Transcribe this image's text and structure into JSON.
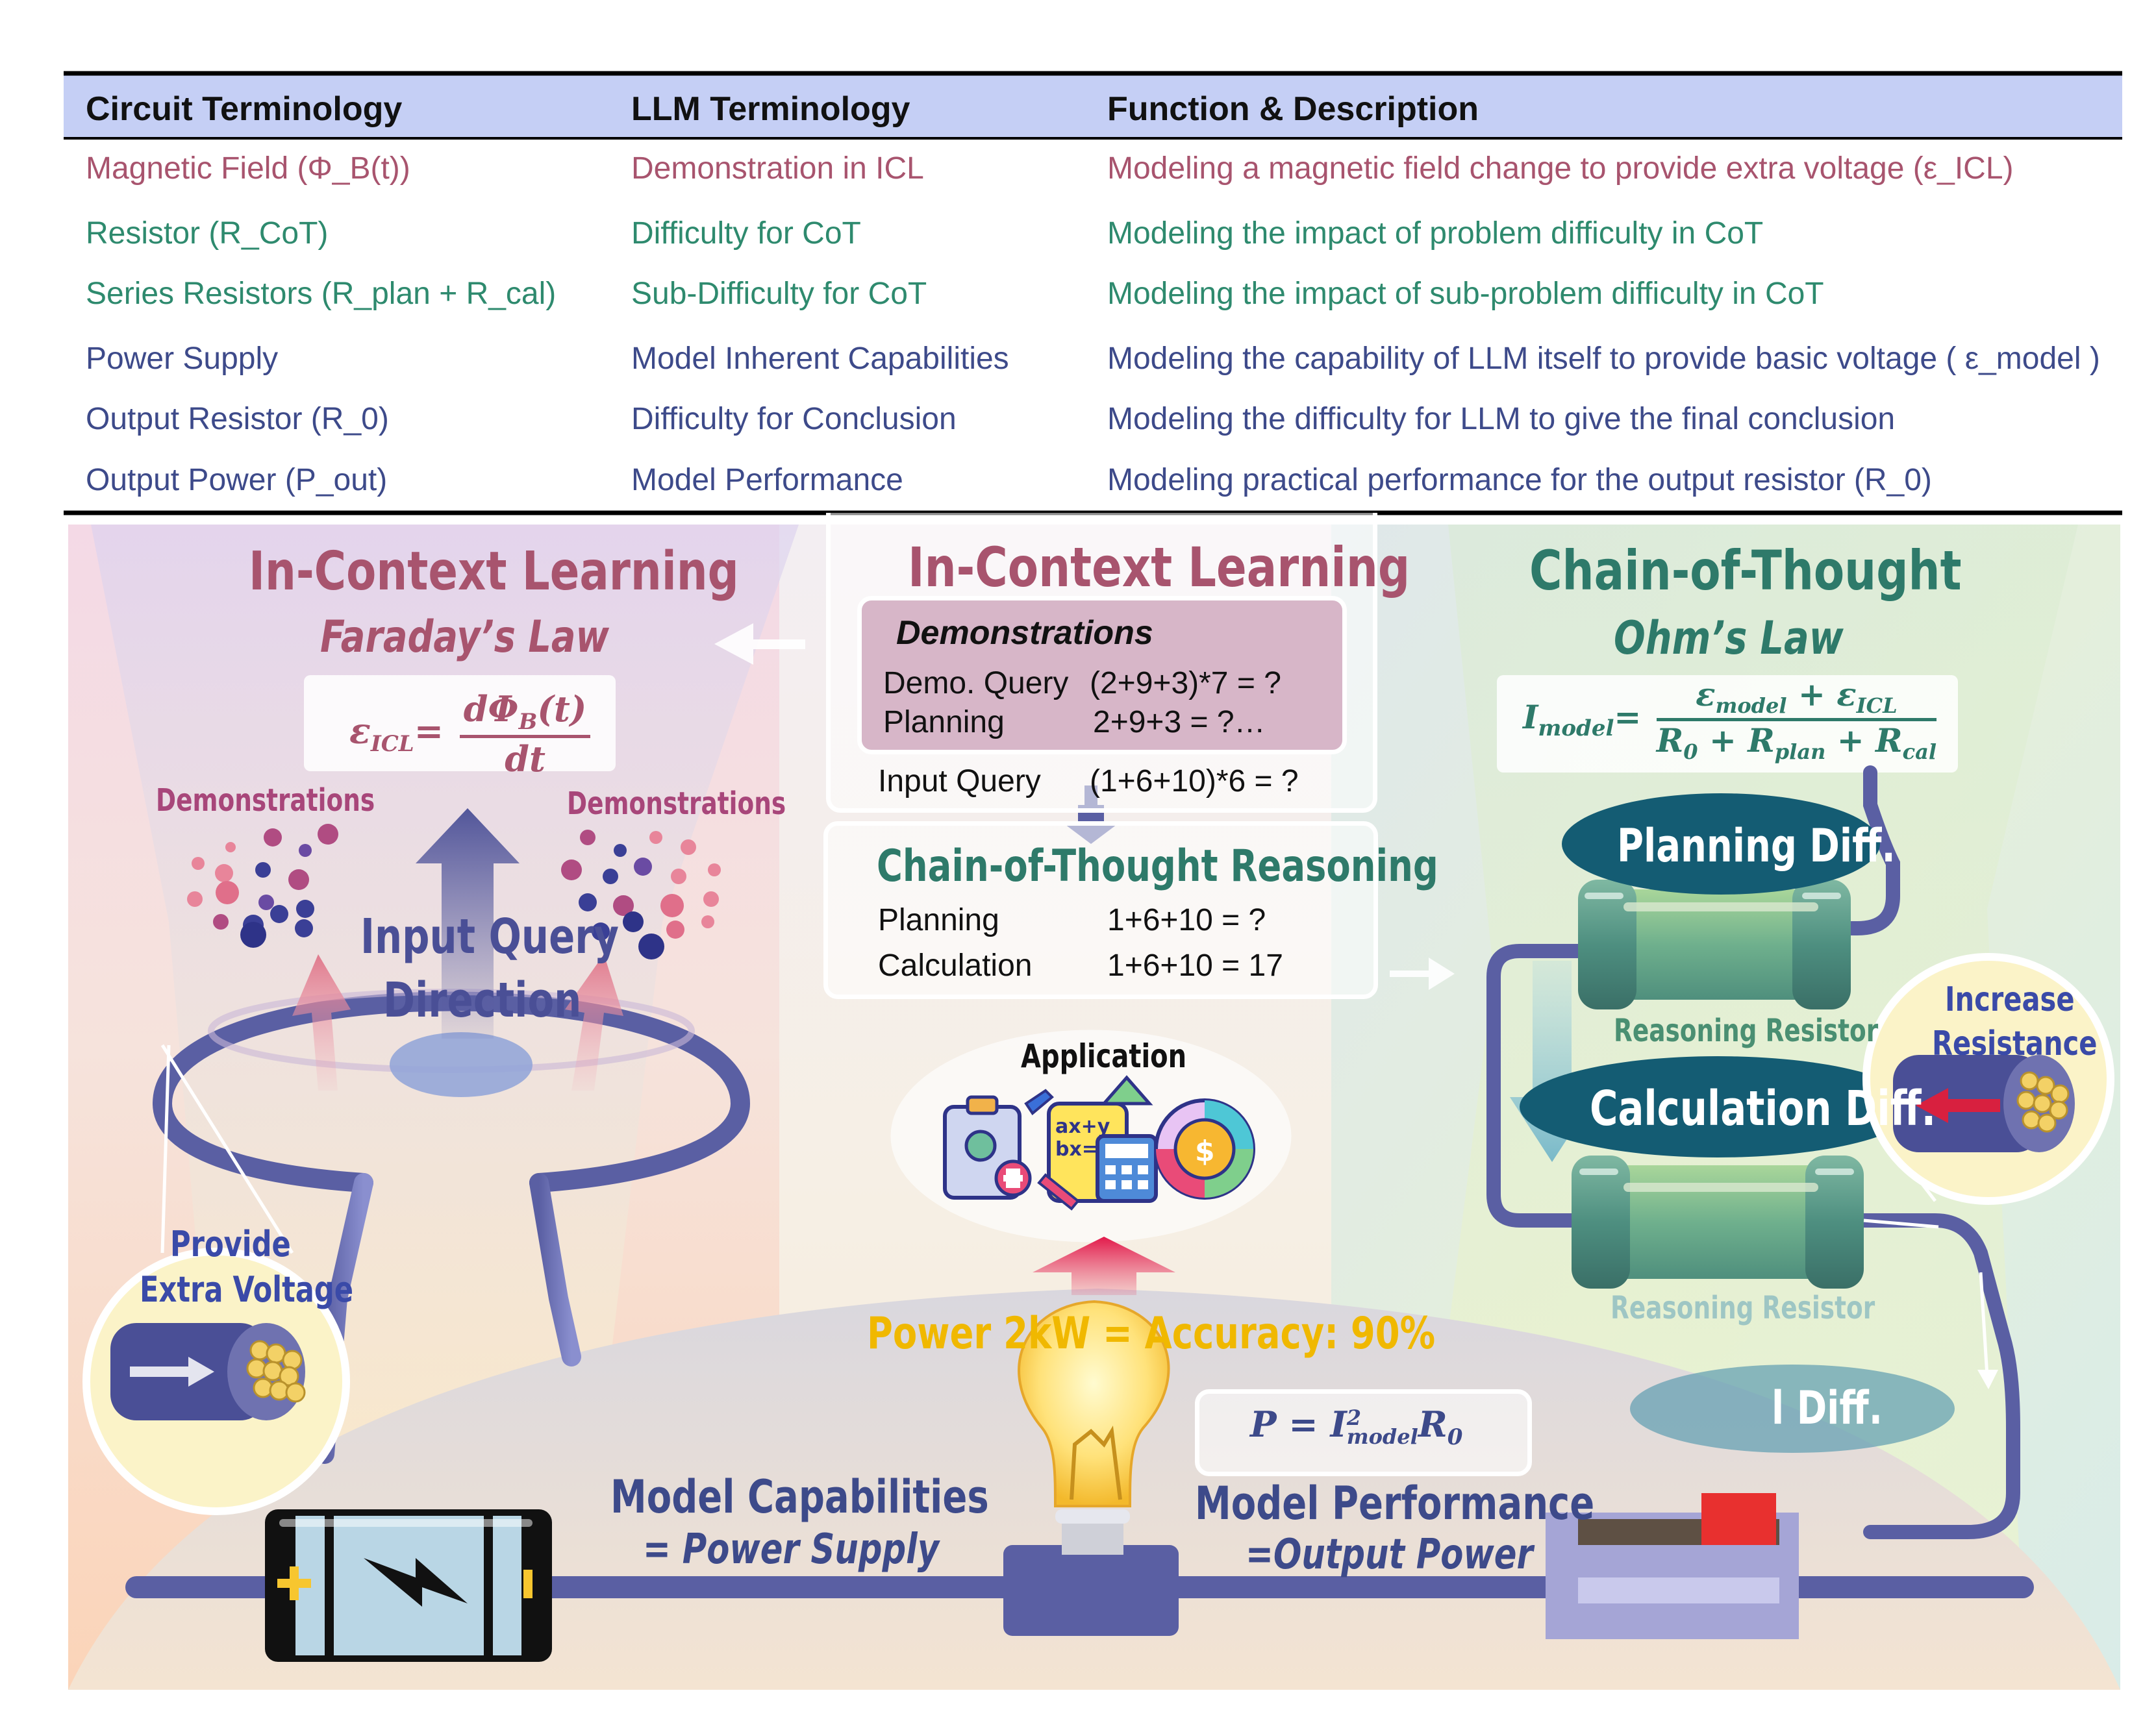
{
  "table": {
    "headers": [
      "Circuit Terminology",
      "LLM Terminology",
      "Function & Description"
    ],
    "rows": [
      {
        "circuit": "Magnetic Field (Φ_B(t))",
        "llm": "Demonstration in ICL",
        "desc": "Modeling a magnetic field change to provide extra voltage (ε_ICL)",
        "color": "#a8546e"
      },
      {
        "circuit": "Resistor (R_CoT)",
        "llm": "Difficulty for CoT",
        "desc": "Modeling the impact of problem difficulty in CoT",
        "color": "#2e8a6e"
      },
      {
        "circuit": "Series Resistors (R_plan + R_cal)",
        "llm": "Sub-Difficulty for CoT",
        "desc": "Modeling the impact of sub-problem difficulty in CoT",
        "color": "#2e8a6e"
      },
      {
        "circuit": "Power Supply",
        "llm": "Model Inherent Capabilities",
        "desc": "Modeling the capability of LLM itself to provide basic voltage ( ε_model )",
        "color": "#3d4a8a"
      },
      {
        "circuit": "Output Resistor (R_0)",
        "llm": "Difficulty for Conclusion",
        "desc": "Modeling the difficulty for LLM to give the final conclusion",
        "color": "#3d4a8a"
      },
      {
        "circuit": "Output Power (P_out)",
        "llm": "Model Performance",
        "desc": "Modeling practical performance for the output resistor (R_0)",
        "color": "#3d4a8a"
      }
    ]
  },
  "icl_left": {
    "title": "In-Context Learning",
    "subtitle": "Faraday’s Law",
    "formula": "ε_ICL = dΦ_B(t) / dt",
    "demo_left": "Demonstrations",
    "demo_right": "Demonstrations",
    "direction_line1": "Input Query",
    "direction_line2": "Direction",
    "callout_line1": "Provide",
    "callout_line2": "Extra Voltage"
  },
  "center": {
    "icl_title": "In-Context Learning",
    "demo_heading": "Demonstrations",
    "demo_rows": [
      {
        "label": "Demo. Query",
        "value": "(2+9+3)*7 = ?"
      },
      {
        "label": "Planning",
        "value": "2+9+3 = ?…"
      }
    ],
    "input_label": "Input Query",
    "input_value": "(1+6+10)*6 = ?",
    "cot_title": "Chain-of-Thought Reasoning",
    "cot_rows": [
      {
        "label": "Planning",
        "value": "1+6+10 = ?"
      },
      {
        "label": "Calculation",
        "value": "1+6+10 = 17"
      }
    ],
    "application": "Application",
    "app_formula_line1": "ax+y",
    "app_formula_line2": "bx=y",
    "power_text": "Power 2kW = Accuracy: 90%"
  },
  "cot_right": {
    "title": "Chain-of-Thought",
    "subtitle": "Ohm’s Law",
    "formula": "I_model = (ε_model + ε_ICL) / (R_0 + R_plan + R_cal)",
    "planning_diff": "Planning Diff.",
    "calculation_diff": "Calculation Diff.",
    "resistor_label_1": "Reasoning Resistor",
    "resistor_label_2": "Reasoning Resistor",
    "third_diff_visible": "l Diff.",
    "callout_line1": "Increase",
    "callout_line2": "Resistance"
  },
  "bottom": {
    "supply_line1": "Model Capabilities",
    "supply_line2": "= Power Supply",
    "perf_line1": "Model Performance",
    "perf_line2": "=Output Power",
    "power_formula": "P = I²_model R_0"
  },
  "colors": {
    "icl": "#a8546e",
    "cot": "#2e7a6a",
    "wire": "#5a5fa3",
    "navy": "#3d4a8a",
    "gold": "#f0b800"
  }
}
